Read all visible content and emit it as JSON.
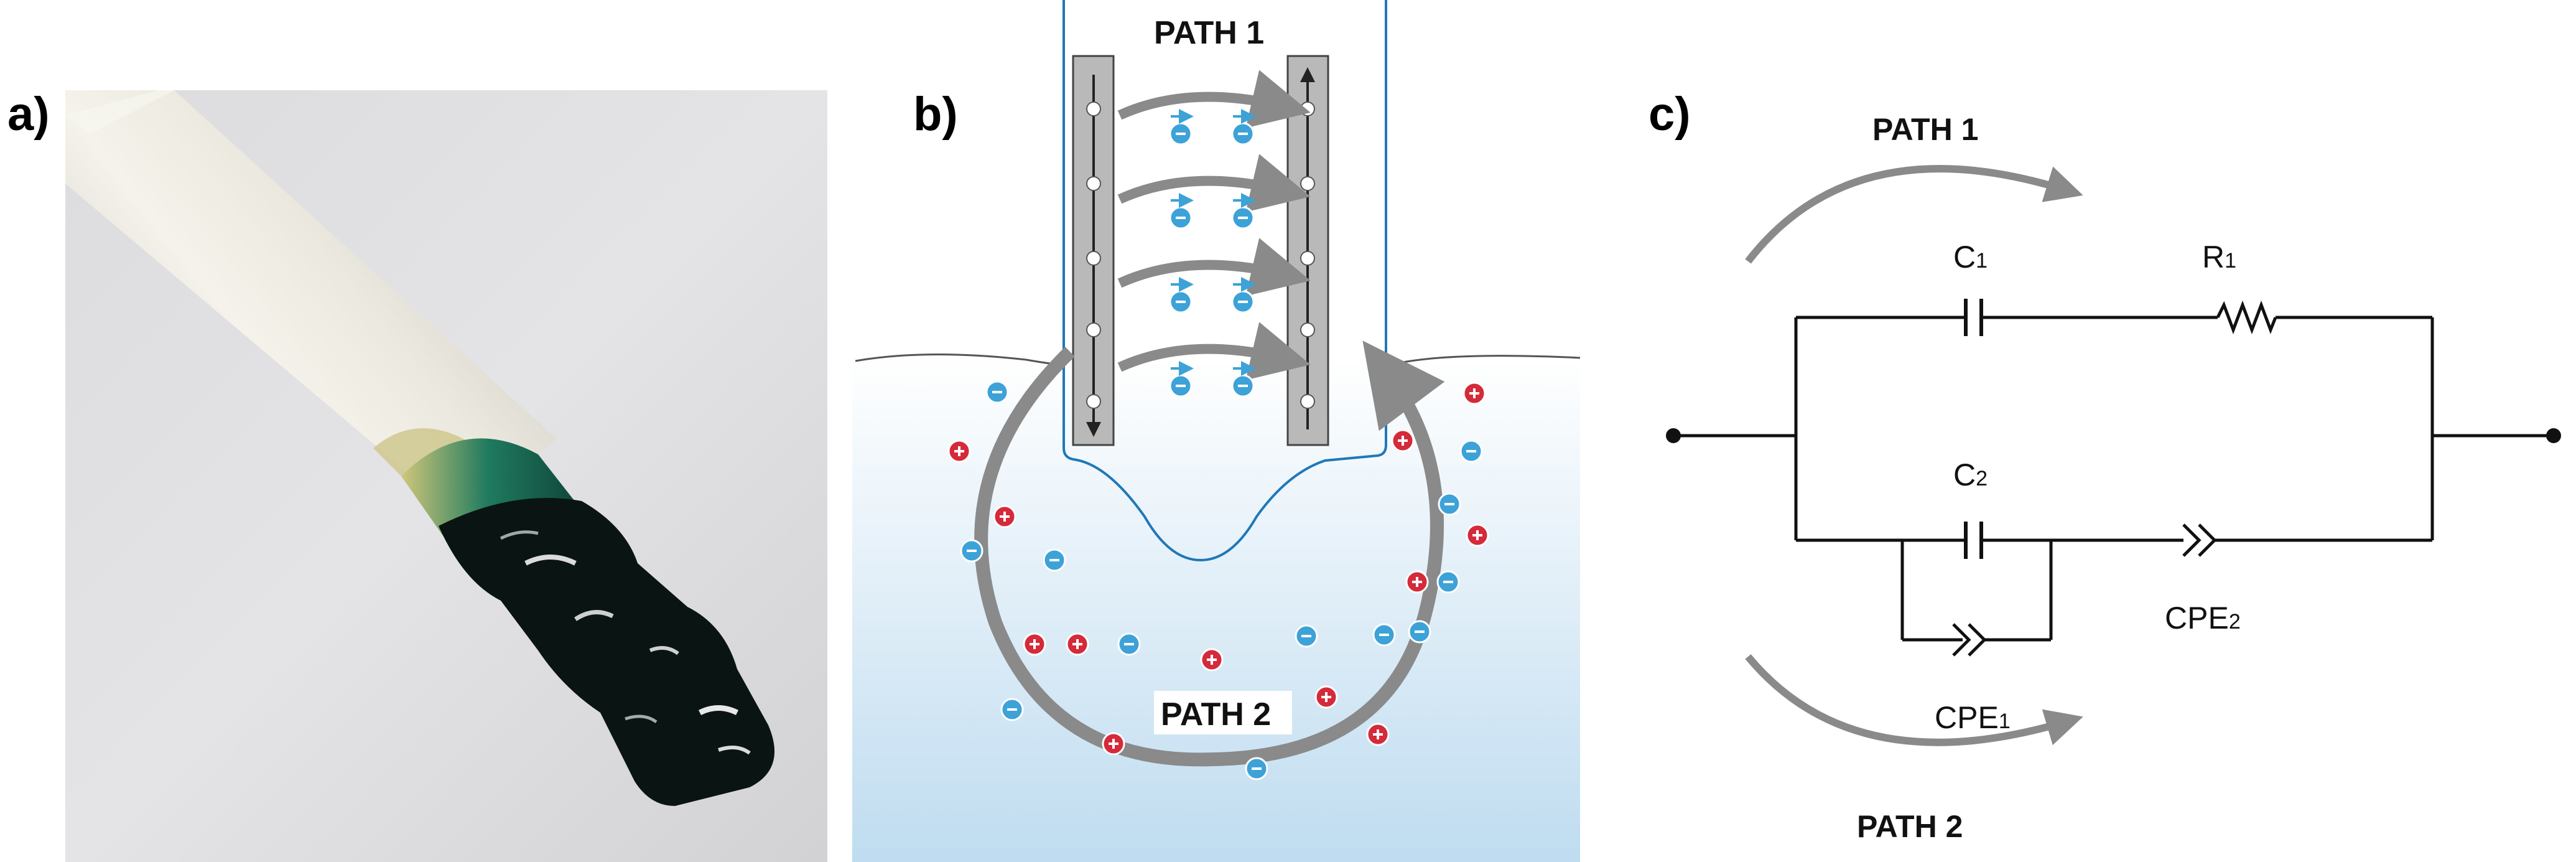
{
  "panel_labels": {
    "a": "a)",
    "b": "b)",
    "c": "c)"
  },
  "panel_b": {
    "path1_label": "PATH 1",
    "path2_label": "PATH 2",
    "colors": {
      "cation": "#d42a3a",
      "anion": "#3da2d8",
      "arrow": "#8a8a8a",
      "electrode": "#b9b9b9",
      "liquid_top": "#ffffff",
      "liquid_bottom": "#bfdcf0",
      "tube": "#1f78b8"
    }
  },
  "panel_c": {
    "path1_label": "PATH 1",
    "path2_label": "PATH 2",
    "c1": {
      "main": "C",
      "sub": "1"
    },
    "r1": {
      "main": "R",
      "sub": "1"
    },
    "c2": {
      "main": "C",
      "sub": "2"
    },
    "cpe1": {
      "main": "CPE",
      "sub": "1"
    },
    "cpe2": {
      "main": "CPE",
      "sub": "2"
    }
  }
}
